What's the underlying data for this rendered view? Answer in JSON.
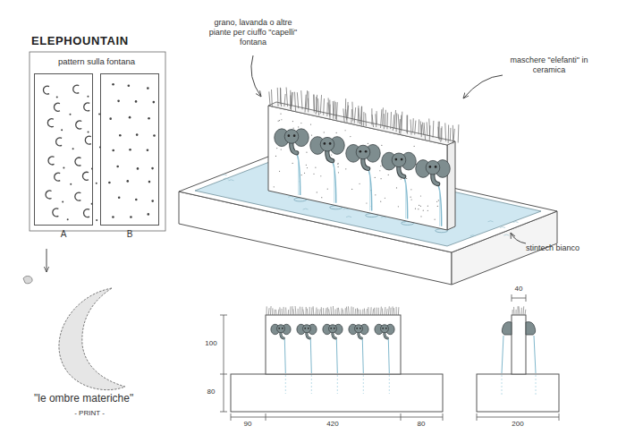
{
  "diagram": {
    "title": "ELEPHOUNTAIN",
    "nodes": [
      {
        "text": [
          "A"
        ]
      },
      {
        "text": [
          "B"
        ]
      }
    ],
    "labels": [
      "pattern sulla fontana",
      "grano, lavanda o altre piante per ciuffo \"capelli\" fontana",
      "maschere \"elefanti\" in ceramica",
      "stintech bianco",
      "\"le ombre materiche\"",
      "- PRINT -",
      "100",
      "80",
      "90",
      "420",
      "80",
      "40",
      "200"
    ]
  }
}
